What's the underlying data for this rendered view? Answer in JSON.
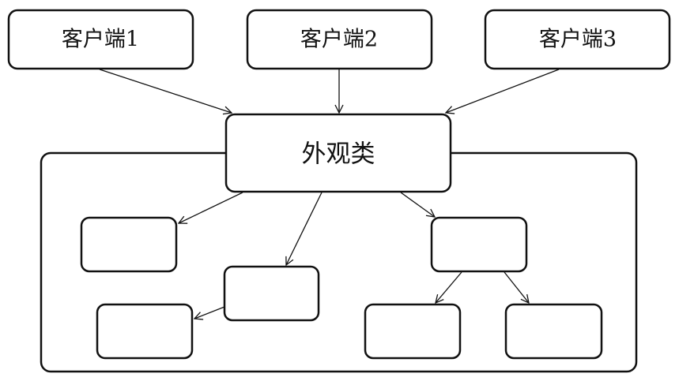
{
  "diagram": {
    "clients": [
      {
        "label": "客户端1"
      },
      {
        "label": "客户端2"
      },
      {
        "label": "客户端3"
      }
    ],
    "facade": {
      "label": "外观类"
    },
    "subsystem_boxes": [
      {
        "label": ""
      },
      {
        "label": ""
      },
      {
        "label": ""
      },
      {
        "label": ""
      },
      {
        "label": ""
      },
      {
        "label": ""
      }
    ]
  }
}
